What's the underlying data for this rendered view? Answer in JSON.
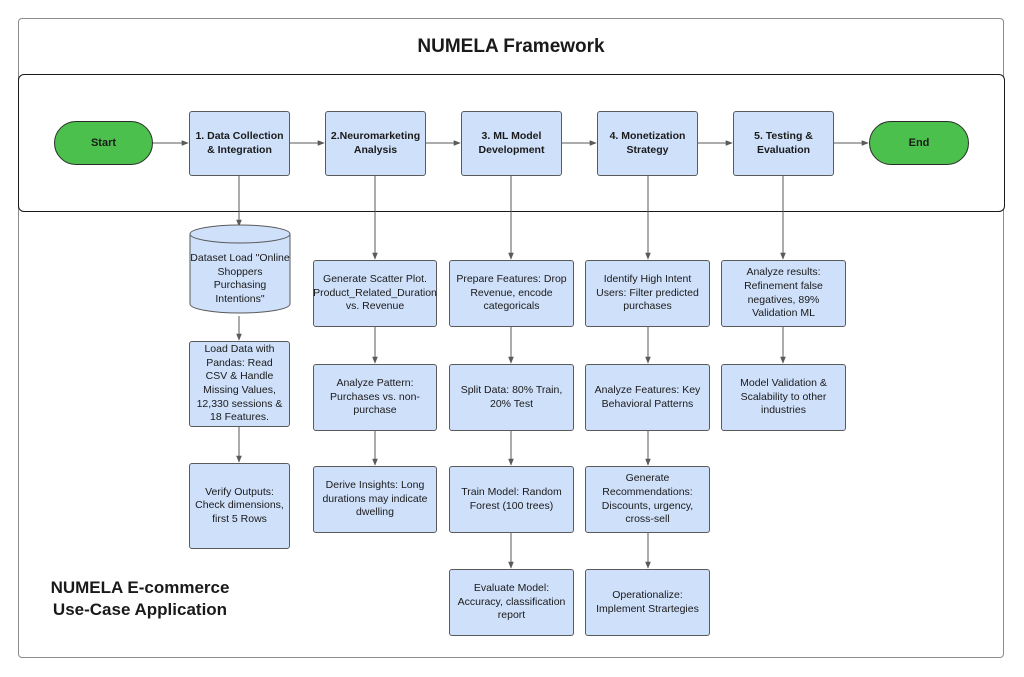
{
  "title": "NUMELA Framework",
  "subtitle_line1": "NUMELA E-commerce",
  "subtitle_line2": "Use-Case Application",
  "colors": {
    "box_fill": "#cfe0fa",
    "terminal_fill": "#4cc04c",
    "stroke": "#5a5a5a"
  },
  "flow": {
    "start": "Start",
    "end": "End",
    "steps": [
      "1. Data Collection & Integration",
      "2.Neuromarketing Analysis",
      "3. ML Model Development",
      "4. Monetization Strategy",
      "5. Testing & Evaluation"
    ]
  },
  "col1": {
    "dataset": "Dataset Load \"Online Shoppers Purchasing Intentions\"",
    "load": "Load Data with Pandas: Read CSV & Handle Missing Values, 12,330 sessions & 18 Features.",
    "verify": "Verify Outputs: Check dimensions, first 5 Rows"
  },
  "col2": {
    "scatter": "Generate Scatter Plot. Product_Related_Duration vs. Revenue",
    "pattern": "Analyze Pattern: Purchases vs. non-purchase",
    "insights": "Derive Insights: Long durations may indicate dwelling"
  },
  "col3": {
    "prepare": "Prepare Features: Drop Revenue, encode categoricals",
    "split": "Split Data: 80% Train, 20% Test",
    "train": "Train Model: Random Forest (100 trees)",
    "evaluate": "Evaluate Model: Accuracy, classification report"
  },
  "col4": {
    "identify": "Identify High Intent Users: Filter predicted purchases",
    "features": "Analyze Features: Key Behavioral Patterns",
    "recommend": "Generate Recommendations: Discounts,  urgency, cross-sell",
    "operational": "Operationalize: Implement Strartegies"
  },
  "col5": {
    "results": "Analyze results: Refinement false negatives, 89% Validation ML",
    "validation": "Model Validation & Scalability to other industries"
  }
}
